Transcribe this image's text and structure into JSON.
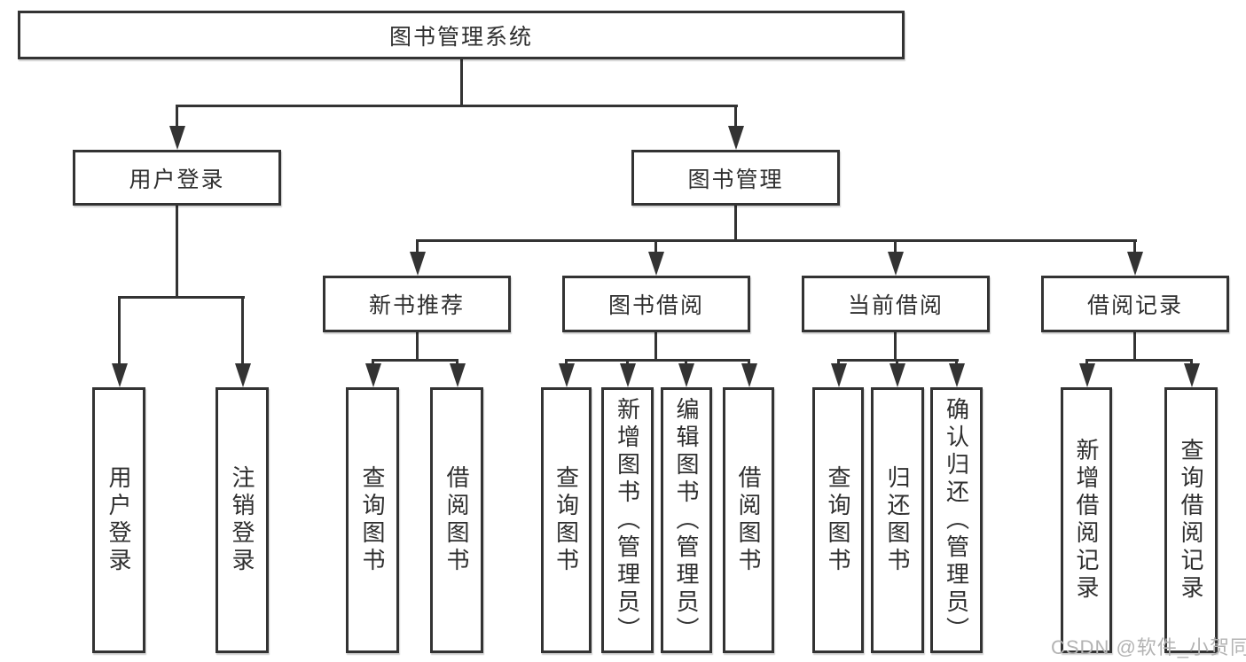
{
  "diagram": {
    "type": "hierarchy-tree",
    "root": {
      "id": "library-management-system",
      "label": "图书管理系统"
    },
    "level2": [
      {
        "id": "user-login",
        "label": "用户登录",
        "parent": "library-management-system"
      },
      {
        "id": "book-management",
        "label": "图书管理",
        "parent": "library-management-system"
      }
    ],
    "level3": [
      {
        "id": "new-book-recommend",
        "label": "新书推荐",
        "parent": "book-management"
      },
      {
        "id": "book-borrow",
        "label": "图书借阅",
        "parent": "book-management"
      },
      {
        "id": "current-borrow",
        "label": "当前借阅",
        "parent": "book-management"
      },
      {
        "id": "borrow-records",
        "label": "借阅记录",
        "parent": "book-management"
      }
    ],
    "leaves": [
      {
        "label": "用户登录",
        "parent": "user-login"
      },
      {
        "label": "注销登录",
        "parent": "user-login"
      },
      {
        "label": "查询图书",
        "parent": "new-book-recommend"
      },
      {
        "label": "借阅图书",
        "parent": "new-book-recommend"
      },
      {
        "label": "查询图书",
        "parent": "book-borrow"
      },
      {
        "label": "新增图书（管理员）",
        "parent": "book-borrow"
      },
      {
        "label": "编辑图书（管理员）",
        "parent": "book-borrow"
      },
      {
        "label": "借阅图书",
        "parent": "book-borrow"
      },
      {
        "label": "查询图书",
        "parent": "current-borrow"
      },
      {
        "label": "归还图书",
        "parent": "current-borrow"
      },
      {
        "label": "确认归还（管理员）",
        "parent": "current-borrow"
      },
      {
        "label": "新增借阅记录",
        "parent": "borrow-records"
      },
      {
        "label": "查询借阅记录",
        "parent": "borrow-records"
      }
    ],
    "watermark": "CSDN @软件_小贺同学",
    "colors": {
      "line": "#333333",
      "text": "#2f2f2f",
      "watermark": "#b3b3b3",
      "background": "#ffffff"
    }
  }
}
